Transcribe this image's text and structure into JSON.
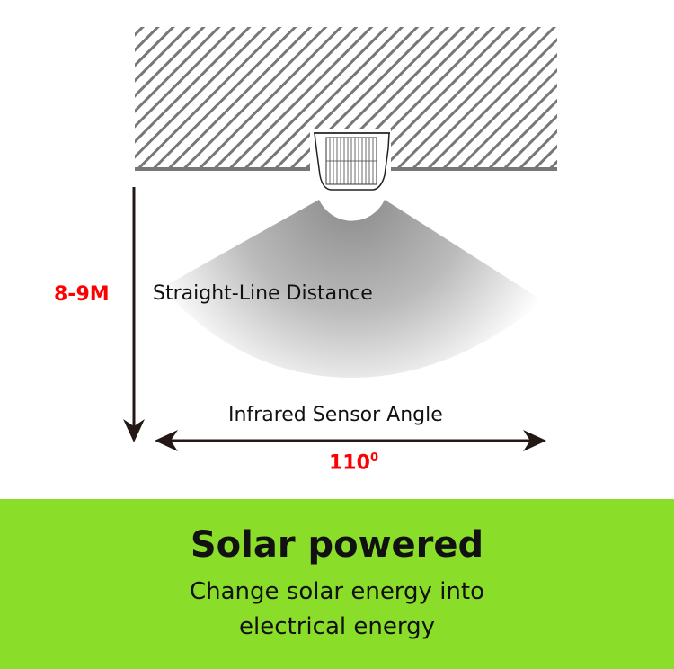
{
  "diagram": {
    "distance_value": "8-9M",
    "distance_label": "Straight-Line Distance",
    "angle_label": "Infrared Sensor Angle",
    "angle_value": "110",
    "angle_unit": "0"
  },
  "banner": {
    "title": "Solar powered",
    "line1": "Change solar energy into",
    "line2": "electrical energy",
    "color": "#8add29"
  }
}
